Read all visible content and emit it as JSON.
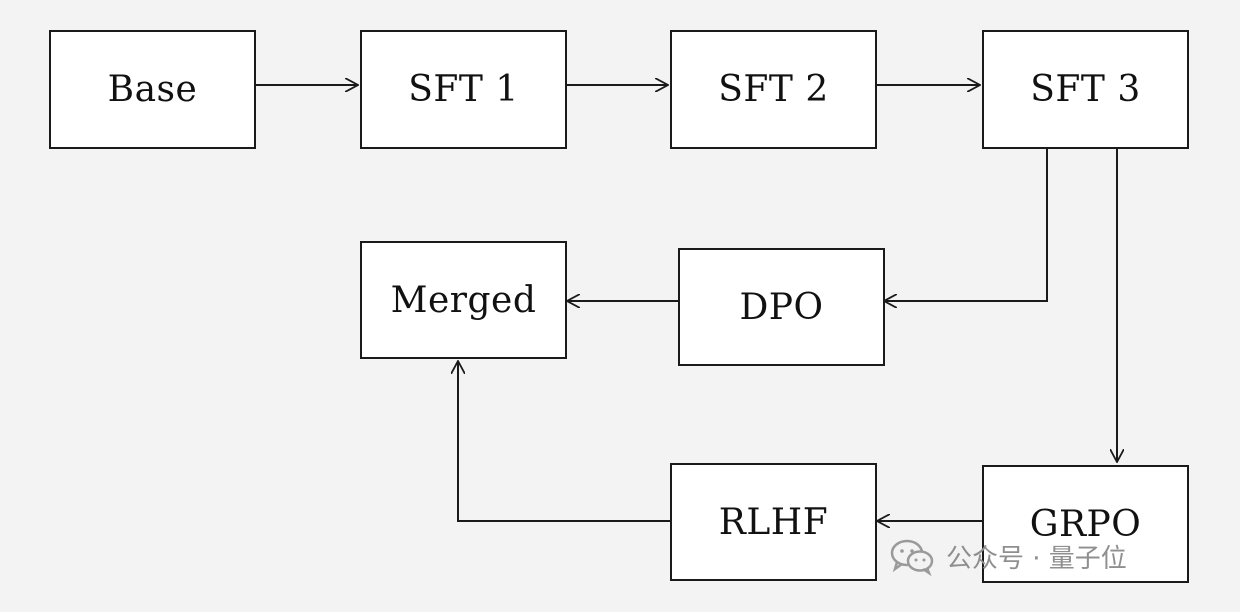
{
  "nodes": {
    "base": "Base",
    "sft1": "SFT 1",
    "sft2": "SFT 2",
    "sft3": "SFT 3",
    "merged": "Merged",
    "dpo": "DPO",
    "rlhf": "RLHF",
    "grpo": "GRPO"
  },
  "edges": [
    {
      "from": "base",
      "to": "sft1"
    },
    {
      "from": "sft1",
      "to": "sft2"
    },
    {
      "from": "sft2",
      "to": "sft3"
    },
    {
      "from": "sft3",
      "to": "dpo"
    },
    {
      "from": "sft3",
      "to": "grpo"
    },
    {
      "from": "dpo",
      "to": "merged"
    },
    {
      "from": "grpo",
      "to": "rlhf"
    },
    {
      "from": "rlhf",
      "to": "merged"
    }
  ],
  "watermark": {
    "icon": "wechat-icon",
    "text": "公众号 · 量子位"
  },
  "colors": {
    "line": "#1a1a1a",
    "watermark": "#8f8f8f"
  }
}
